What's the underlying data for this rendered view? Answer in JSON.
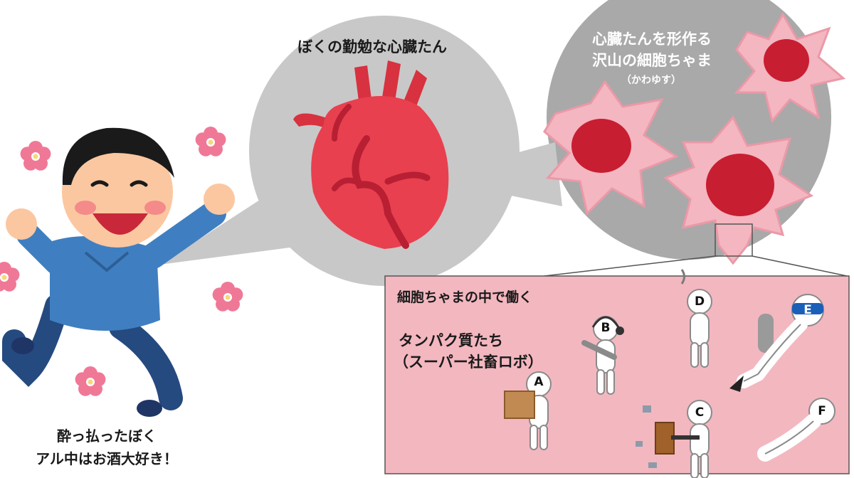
{
  "labels": {
    "heart": "ぼくの勤勉な心臓たん",
    "cells_title_1": "心臓たんを形作る",
    "cells_title_2": "沢山の細胞ちゃま",
    "cells_subtitle": "（かわゆす）",
    "drunk_caption_1": "酔っ払ったぼく",
    "drunk_caption_2": "アル中はお酒大好き！",
    "box_title": "細胞ちゃまの中で働く",
    "box_subtitle_1": "タンパク質たち",
    "box_subtitle_2": "（スーパー社畜ロボ）"
  },
  "workers": [
    {
      "letter": "A",
      "action": "box-carrier"
    },
    {
      "letter": "B",
      "action": "headset-operator"
    },
    {
      "letter": "C",
      "action": "hammer-breaker"
    },
    {
      "letter": "D",
      "action": "tired-smoker"
    },
    {
      "letter": "E",
      "action": "diver"
    },
    {
      "letter": "F",
      "action": "collapsed"
    }
  ],
  "colors": {
    "bubble_gray": "#c8c8c8",
    "cells_gray": "#a9a9a9",
    "cell_pink": "#f4b6c0",
    "nucleus_red": "#c81e32",
    "heart_red": "#e8404f",
    "heart_vessel": "#b81f33",
    "box_pink": "#f3b7c0",
    "shirt_blue": "#3f7fc1",
    "pants_navy": "#254a80",
    "skin": "#fbc7a0",
    "flower_pink": "#f07897"
  },
  "icons": [
    "flower-icon",
    "heart-organ-icon",
    "cell-icon",
    "worker-robot-icon"
  ]
}
